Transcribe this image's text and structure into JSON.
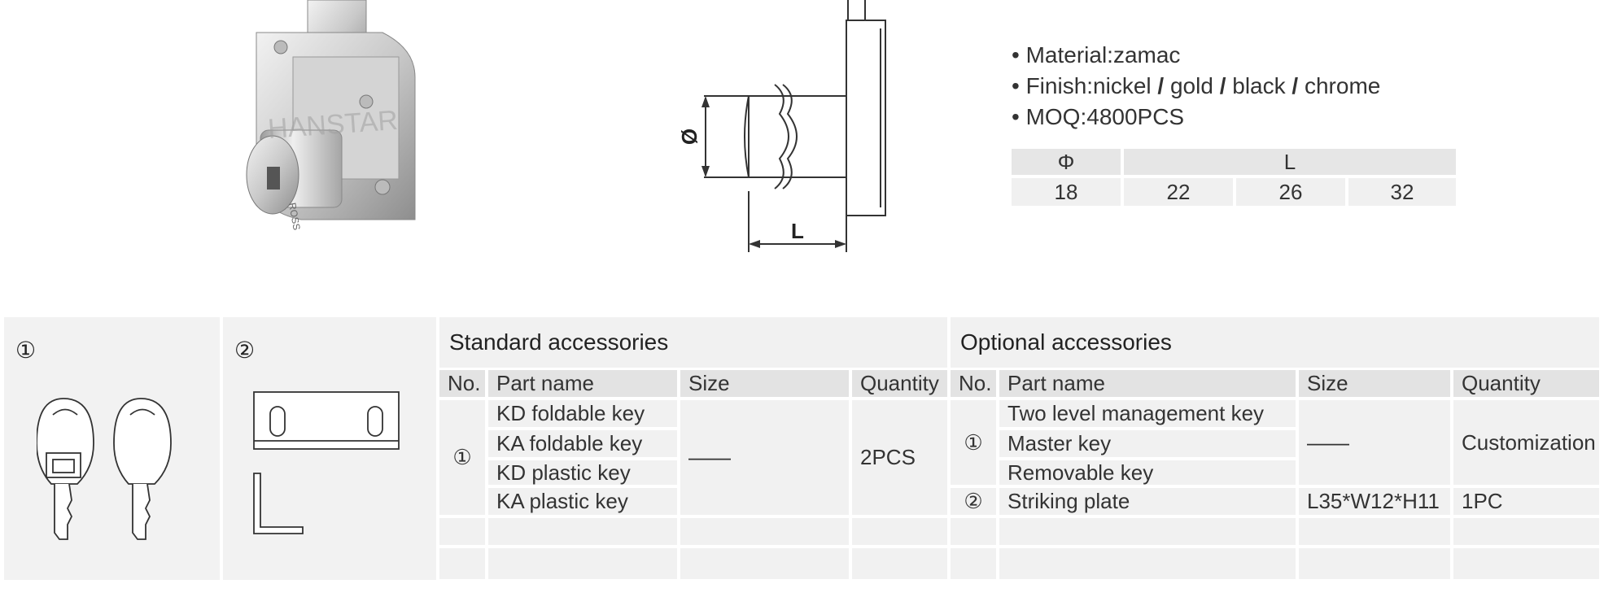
{
  "specs": {
    "material": "• Material:zamac",
    "finish_prefix": "• Finish:nickel",
    "finish_gold": "gold",
    "finish_black": "black",
    "finish_chrome": "chrome",
    "slash": "/",
    "moq": "• MOQ:4800PCS"
  },
  "dimension_table": {
    "phi_header": "Φ",
    "l_header": "L",
    "phi_value": "18",
    "l_values": [
      "22",
      "26",
      "32"
    ]
  },
  "drawing": {
    "diameter_label": "Ø",
    "length_label": "L"
  },
  "photo": {
    "brand_watermark": "HANSTAR",
    "cylinder_text": "ROSS"
  },
  "panels": {
    "keys_marker": "①",
    "plate_marker": "②"
  },
  "standard": {
    "title": "Standard accessories",
    "headers": [
      "No.",
      "Part name",
      "Size",
      "Quantity"
    ],
    "no": "①",
    "parts": [
      "KD foldable key",
      "KA foldable key",
      "KD plastic key",
      "KA plastic key"
    ],
    "size": "——",
    "quantity": "2PCS"
  },
  "optional": {
    "title": "Optional accessories",
    "headers": [
      "No.",
      "Part name",
      "Size",
      "Quantity"
    ],
    "no1": "①",
    "parts1": [
      "Two level management key",
      "Master key",
      "Removable key"
    ],
    "size1": "——",
    "quantity1": "Customization",
    "no2": "②",
    "part2": "Striking plate",
    "size2": "L35*W12*H11",
    "quantity2": "1PC"
  }
}
